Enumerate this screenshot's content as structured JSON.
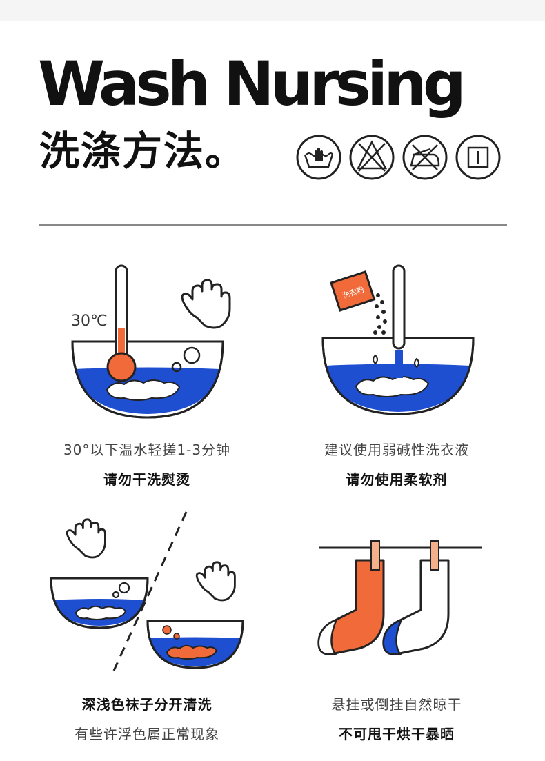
{
  "header": {
    "title": "Wash Nursing",
    "subtitle": "洗涤方法。"
  },
  "care_symbols": [
    {
      "icon": "hand-wash-icon"
    },
    {
      "icon": "do-not-bleach-icon"
    },
    {
      "icon": "do-not-iron-icon"
    },
    {
      "icon": "drip-dry-icon"
    }
  ],
  "steps": [
    {
      "id": "temperature",
      "icon": "thermometer-bowl-icon",
      "temp_label": "30℃",
      "line1": "30°以下温水轻搓1-3分钟",
      "line2": "请勿干洗熨烫"
    },
    {
      "id": "detergent",
      "icon": "detergent-bowl-icon",
      "packet_label": "洗衣粉",
      "line1": "建议使用弱碱性洗衣液",
      "line2": "请勿使用柔软剂"
    },
    {
      "id": "separate",
      "icon": "separate-bowls-icon",
      "line1": "深浅色袜子分开清洗",
      "line2": "有些许浮色属正常现象"
    },
    {
      "id": "dry",
      "icon": "hanging-socks-icon",
      "line1": "悬挂或倒挂自然晾干",
      "line2": "不可甩干烘干暴晒"
    }
  ],
  "colors": {
    "blue": "#1f4fd1",
    "orange": "#f06a3a",
    "dark": "#222222"
  }
}
